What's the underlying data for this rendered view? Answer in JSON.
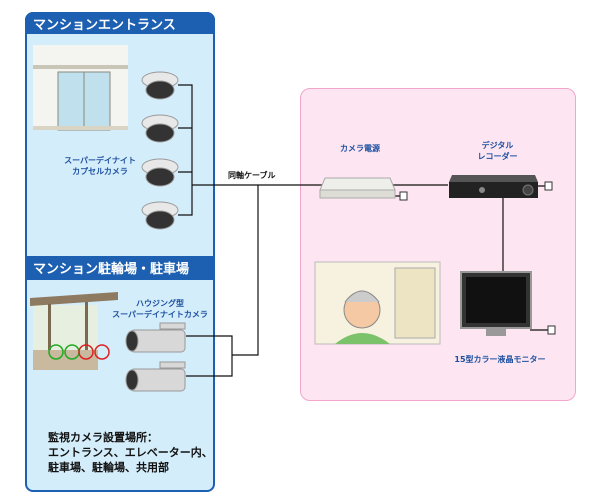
{
  "entrance": {
    "title": "マンションエントランス",
    "camera_label_1": "スーパーデイナイト",
    "camera_label_2": "カプセルカメラ"
  },
  "parking": {
    "title": "マンション駐輪場・駐車場",
    "camera_label_1": "ハウジング型",
    "camera_label_2": "スーパーデイナイトカメラ"
  },
  "locations": {
    "line1": "監視カメラ設置場所：",
    "line2": "エントランス、エレベーター内、",
    "line3": "駐車場、駐輪場、共用部"
  },
  "cable_label": "同軸ケーブル",
  "power_label": "カメラ電源",
  "recorder_label_1": "デジタル",
  "recorder_label_2": "レコーダー",
  "monitor_label": "15型カラー液晶モニター",
  "colors": {
    "panel_border": "#1d5fb0",
    "panel_fill": "#d4edfa",
    "pink_fill": "#fde6f1",
    "pink_border": "#f2a6cb"
  }
}
